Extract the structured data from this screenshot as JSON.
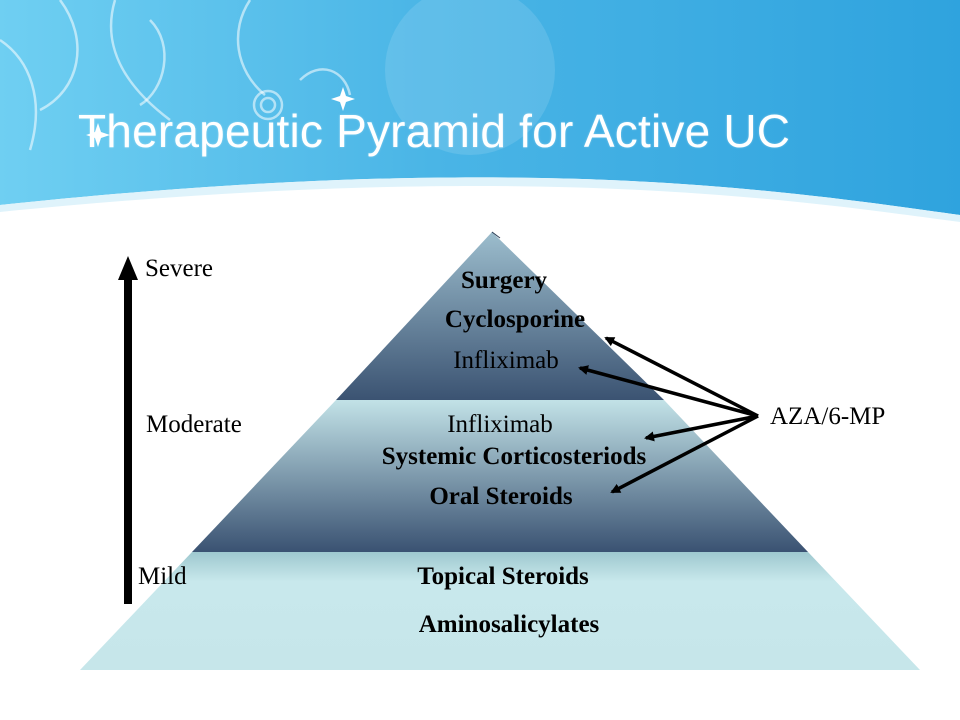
{
  "slide": {
    "title": "Therapeutic Pyramid for Active UC"
  },
  "severity_axis": {
    "severe": "Severe",
    "moderate": "Moderate",
    "mild": "Mild"
  },
  "pyramid": {
    "top_tier": {
      "items": [
        "Surgery",
        "Cyclosporine",
        "Infliximab"
      ]
    },
    "middle_tier": {
      "items": [
        "Infliximab",
        "Systemic Corticosteriods",
        "Oral Steroids"
      ]
    },
    "bottom_tier": {
      "items": [
        "Topical Steroids",
        "Aminosalicylates"
      ]
    }
  },
  "side_label": "AZA/6-MP",
  "colors": {
    "header_blue": "#4bb6e6",
    "tier_light": "#c6e6ea",
    "tier_dark": "#3c5473"
  }
}
